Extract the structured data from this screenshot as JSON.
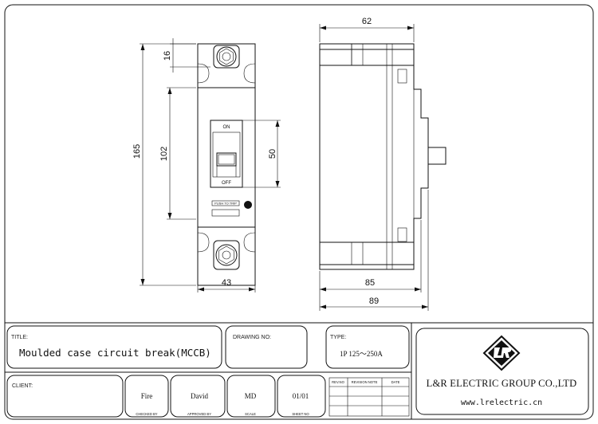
{
  "dimensions": {
    "front_width": "43",
    "total_height": "165",
    "inner_height": "102",
    "top_offset": "16",
    "handle_window": "50",
    "side_width": "62",
    "side_depth": "85",
    "side_total": "89"
  },
  "breaker_face": {
    "on_label": "ON",
    "off_label": "OFF",
    "push_label": "PUSH TO TRIP"
  },
  "title_block": {
    "title_caption": "TITLE:",
    "title_value": "Moulded case circuit break(MCCB)",
    "drawing_no_caption": "DRAWING NO:",
    "type_caption": "TYPE:",
    "type_value": "1P 125～250A",
    "client_caption": "CLIENT:",
    "checked_by": "Fire",
    "checked_by_caption": "CHECKED BY",
    "approved_by": "David",
    "approved_by_caption": "APPROVED BY",
    "scale": "MD",
    "scale_caption": "SCALE",
    "sheet": "01/01",
    "sheet_caption": "SHEET NO",
    "rev_no_caption": "REV.NO",
    "revision_note_caption": "REVISION NOTE",
    "date_caption": "DATE",
    "company": "L&R ELECTRIC GROUP CO.,LTD",
    "website": "www.lrelectric.cn"
  },
  "logo": {
    "icon": "lr-diamond-logo-icon"
  }
}
